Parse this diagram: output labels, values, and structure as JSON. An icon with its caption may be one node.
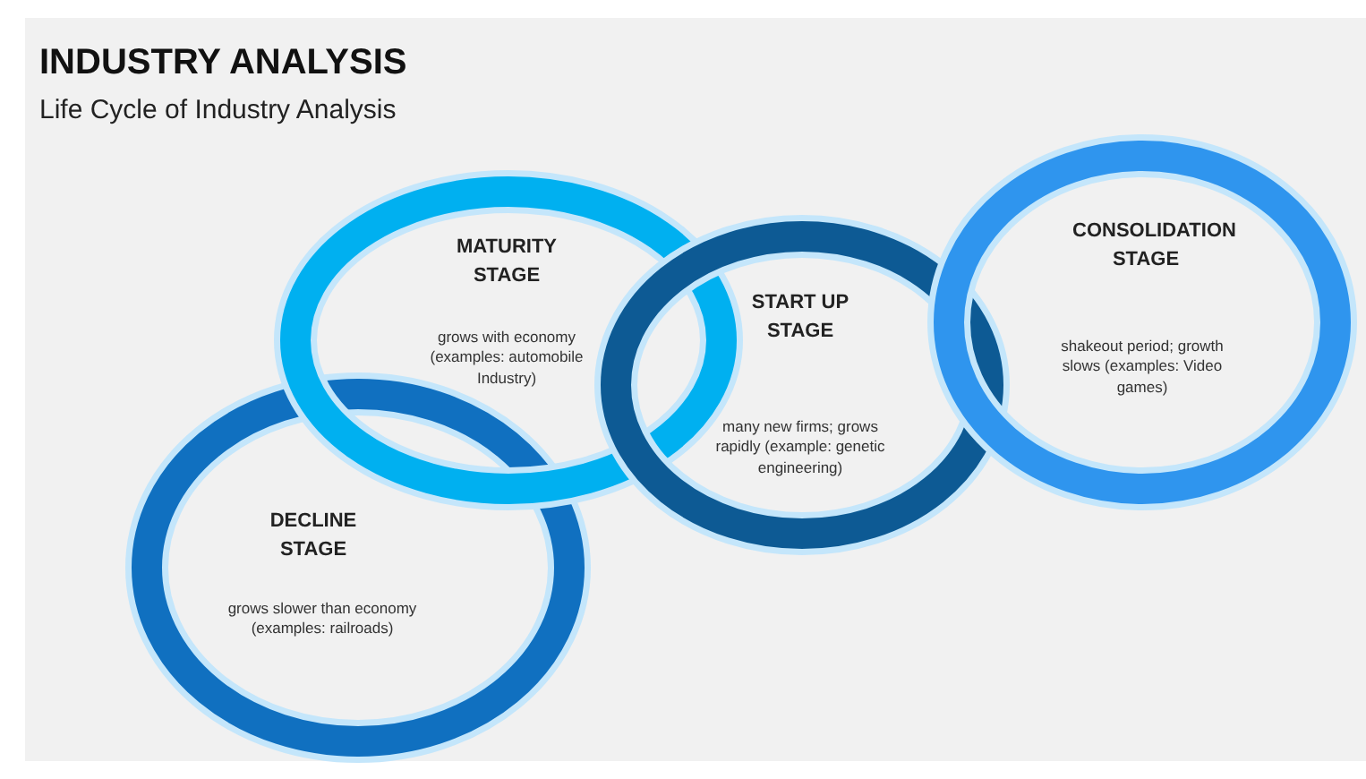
{
  "diagram": {
    "title": "INDUSTRY ANALYSIS",
    "caption": "Life Cycle of Industry Analysis",
    "nodes": [
      {
        "text": [
          "MATURITY STAGE",
          "grows with economy (examples: automobile Industry)"
        ]
      },
      {
        "text": [
          "START UP STAGE",
          "many new firms; grows rapidly (example: genetic engineering)"
        ]
      },
      {
        "text": [
          "CONSOLIDATION STAGE",
          "shakeout period; growth slows (examples: Video games)"
        ]
      },
      {
        "text": [
          "DECLINE STAGE",
          "grows slower than economy (examples: railroads)"
        ]
      }
    ],
    "edges": []
  }
}
